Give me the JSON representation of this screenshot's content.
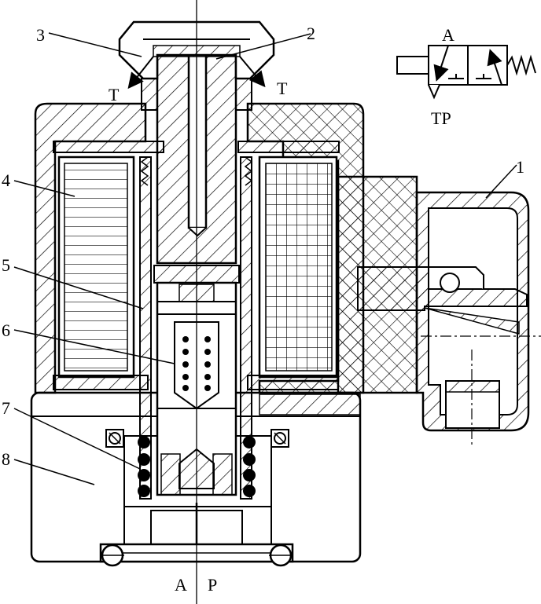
{
  "labels": {
    "n1": "1",
    "n2": "2",
    "n3": "3",
    "n4": "4",
    "n5": "5",
    "n6": "6",
    "n7": "7",
    "n8": "8",
    "t_left": "T",
    "t_right": "T",
    "port_a": "A",
    "port_p": "P"
  },
  "symbol": {
    "port_a": "A",
    "port_tp": "TP"
  },
  "colors": {
    "ink": "#000000",
    "paper": "#ffffff"
  }
}
